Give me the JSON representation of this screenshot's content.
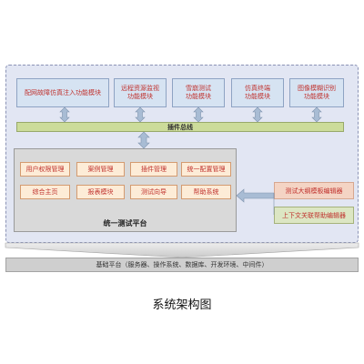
{
  "modules": [
    {
      "line1": "配网故障仿真注入功能模块",
      "line2": ""
    },
    {
      "line1": "远程资源监视",
      "line2": "功能模块"
    },
    {
      "line1": "雪崩测试",
      "line2": "功能模块"
    },
    {
      "line1": "仿真终端",
      "line2": "功能模块"
    },
    {
      "line1": "图像模糊识别",
      "line2": "功能模块"
    }
  ],
  "bus_label": "插件总线",
  "platform": {
    "title": "统一测试平台",
    "items": [
      "用户权限管理",
      "案例管理",
      "插件管理",
      "统一配置管理",
      "综合主页",
      "报表模块",
      "测试向导",
      "帮助系统"
    ]
  },
  "editors": [
    "测试大纲模板编辑器",
    "上下文关联帮助编辑器"
  ],
  "base_label": "基础平台（服务器、操作系统、数据库、开发环境、中间件）",
  "caption": "系统架构图",
  "colors": {
    "module_text": "#c0322e",
    "bus_fill": "#ccdc9a",
    "outer_fill": "#e2e6f3",
    "arrow_fill": "#a8bcd4"
  }
}
